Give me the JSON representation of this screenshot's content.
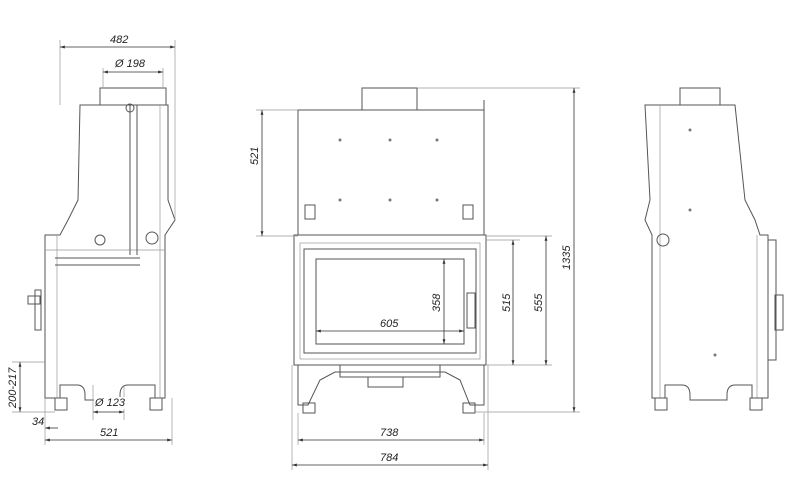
{
  "drawing": {
    "left_view": {
      "width_top": "482",
      "flue_diameter": "Ø 198",
      "leg_height": "200-217",
      "foot_offset": "34",
      "air_inlet_diameter": "Ø 123",
      "depth": "521"
    },
    "front_view": {
      "upper_height": "521",
      "glass_height": "358",
      "glass_width": "605",
      "door_height_inner": "515",
      "door_height_outer": "555",
      "total_height": "1335",
      "width_body": "738",
      "width_total": "784"
    }
  }
}
